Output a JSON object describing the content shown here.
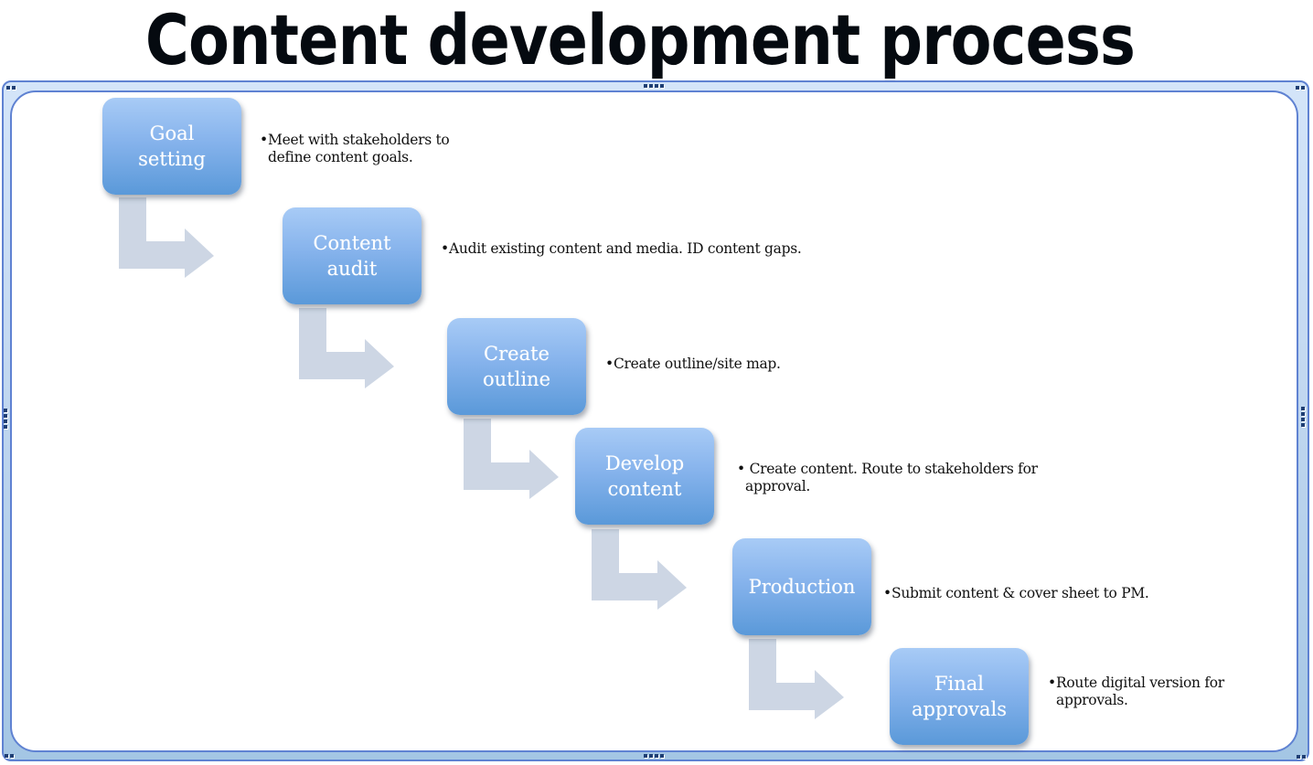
{
  "title": "Content development process",
  "colors": {
    "box_top": "#a8cbf6",
    "box_bottom": "#5a99d9",
    "arrow": "#cdd6e4",
    "frame_border": "#5f82d2",
    "text": "#111111"
  },
  "steps": [
    {
      "label": "Goal\nsetting",
      "bullet": "•",
      "description": "Meet with stakeholders to\ndefine content goals."
    },
    {
      "label": "Content\naudit",
      "bullet": "•",
      "description": "Audit existing content and media. ID content gaps."
    },
    {
      "label": "Create\noutline",
      "bullet": "•",
      "description": "Create outline/site map."
    },
    {
      "label": "Develop\ncontent",
      "bullet": "•",
      "description": " Create content. Route to stakeholders for\napproval."
    },
    {
      "label": "Production",
      "bullet": "•",
      "description": "Submit content & cover sheet to PM."
    },
    {
      "label": "Final\napprovals",
      "bullet": "•",
      "description": "Route digital version for\napprovals."
    }
  ]
}
